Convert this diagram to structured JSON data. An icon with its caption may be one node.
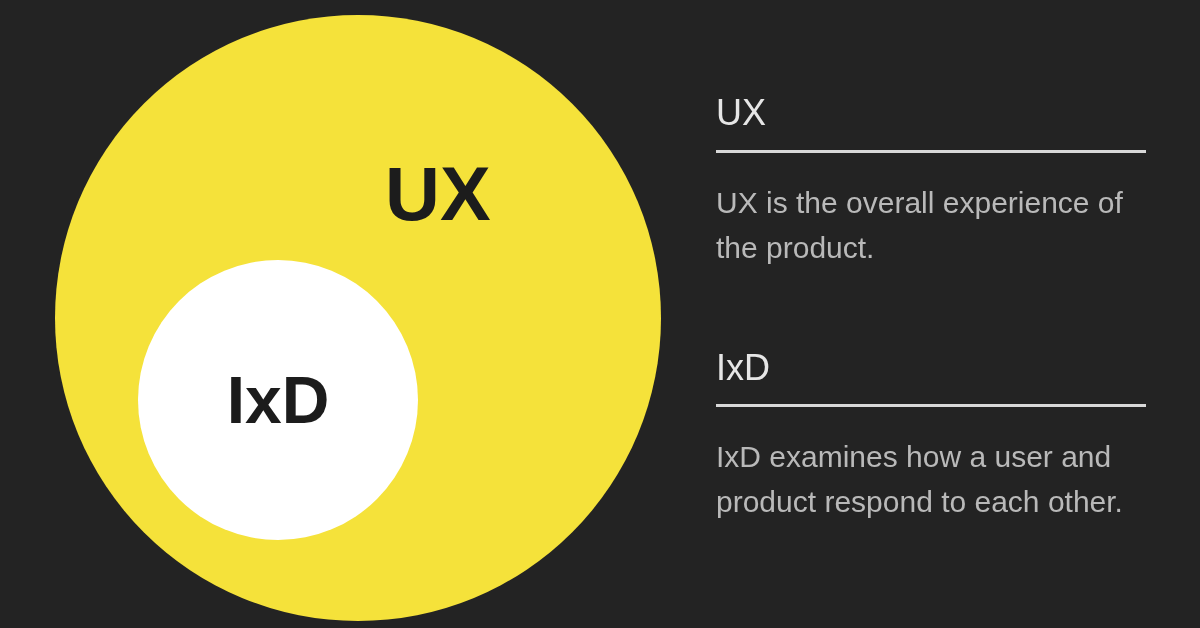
{
  "diagram": {
    "nodes": [
      {
        "text": [
          "UX"
        ]
      },
      {
        "text": [
          "IxD"
        ],
        "in": 0
      }
    ],
    "labels": [
      "UX",
      "UX is the overall experience of the product.",
      "IxD",
      "IxD examines how a user and product respond to each other."
    ]
  }
}
